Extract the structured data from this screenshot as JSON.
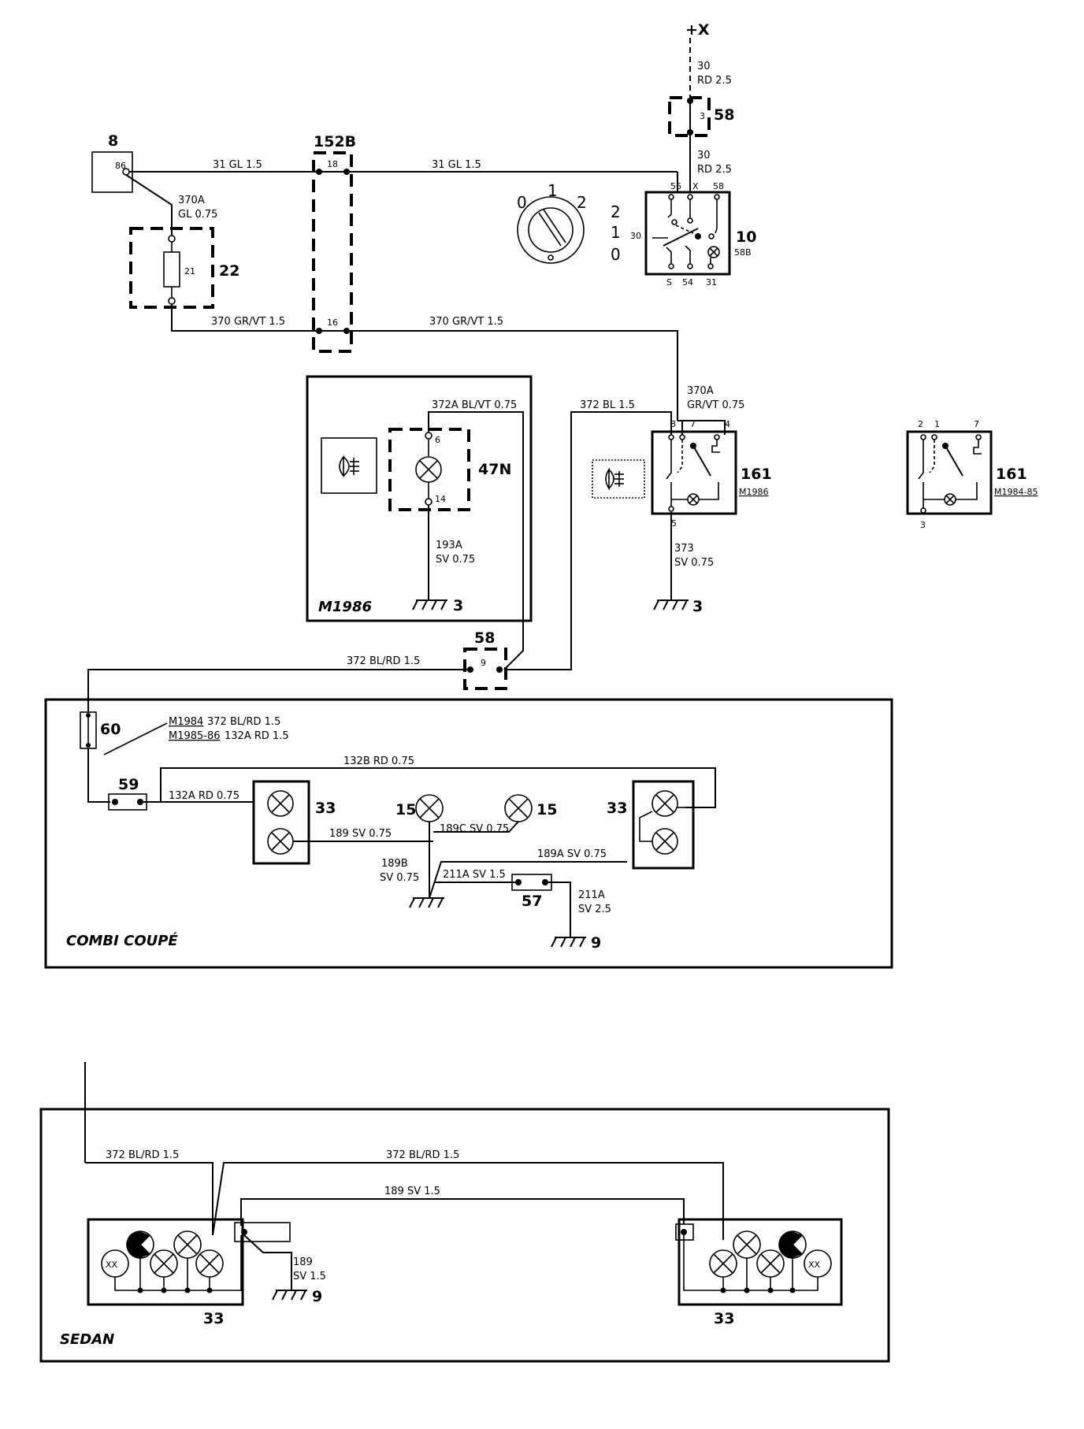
{
  "supply": "+X",
  "components": {
    "c8": "8",
    "c152b": "152B",
    "c58_top": "58",
    "c10": "10",
    "c22": "22",
    "c47n": "47N",
    "c161_a": "161",
    "c161_b": "161",
    "c58_mid": "58",
    "c60": "60",
    "c59": "59",
    "c33_l": "33",
    "c15_l": "15",
    "c15_r": "15",
    "c33_r": "33",
    "c57": "57",
    "c33_sl": "33",
    "c33_sr": "33"
  },
  "pins": {
    "p86": "86",
    "p18": "18",
    "p16": "16",
    "p21": "21",
    "p3": "3",
    "p58b": "58B",
    "p56": "56",
    "pX": "X",
    "p58": "58",
    "p30": "30",
    "pS": "S",
    "p54": "54",
    "p31": "31",
    "p6": "6",
    "p14": "14",
    "p8": "8",
    "p7": "7",
    "p4": "4",
    "p5": "5",
    "p9": "9",
    "b2": "2",
    "b1": "1",
    "b7": "7",
    "b3": "3"
  },
  "switch_positions": {
    "s0": "0",
    "s1": "1",
    "s2": "2",
    "r2": "2",
    "r1": "1",
    "r0": "0"
  },
  "wires": {
    "w30a": "30",
    "w30a2": "RD 2.5",
    "w30b": "30",
    "w30b2": "RD 2.5",
    "w31l": "31 GL 1.5",
    "w31r": "31 GL 1.5",
    "w370a": "370A",
    "w370a2": "GL 0.75",
    "w370l": "370 GR/VT 1.5",
    "w370r": "370 GR/VT 1.5",
    "w372a": "372A BL/VT 0.75",
    "w372": "372 BL 1.5",
    "w370b": "370A",
    "w370b2": "GR/VT 0.75",
    "w193a": "193A",
    "w193a2": "SV 0.75",
    "w373": "373",
    "w373b": "SV 0.75",
    "w372br": "372 BL/RD 1.5",
    "m1984": "M1984",
    "m1984t": "372 BL/RD 1.5",
    "m1985": "M1985-86",
    "m1985t": "132A RD 1.5",
    "w132b": "132B RD 0.75",
    "w132a": "132A RD 0.75",
    "w189": "189 SV 0.75",
    "w189c": "189C SV 0.75",
    "w189a": "189A SV 0.75",
    "w189b": "189B",
    "w189b2": "SV 0.75",
    "w211a": "211A SV 1.5",
    "w211b": "211A",
    "w211b2": "SV 2.5",
    "s372l": "372 BL/RD 1.5",
    "s372r": "372 BL/RD 1.5",
    "s189": "189 SV 1.5",
    "s189b": "189",
    "s189c": "SV 1.5"
  },
  "grounds": {
    "g3a": "3",
    "g3b": "3",
    "g9a": "9",
    "g9b": "9"
  },
  "variants": {
    "m1986a": "M1986",
    "m1986b": "M1986",
    "m1984_85": "M1984-85"
  },
  "sections": {
    "combi": "COMBI COUPÉ",
    "sedan": "SEDAN"
  },
  "lamp_marks": {
    "xx": "XX"
  },
  "colors": {
    "line": "#000000",
    "background": "#ffffff"
  }
}
